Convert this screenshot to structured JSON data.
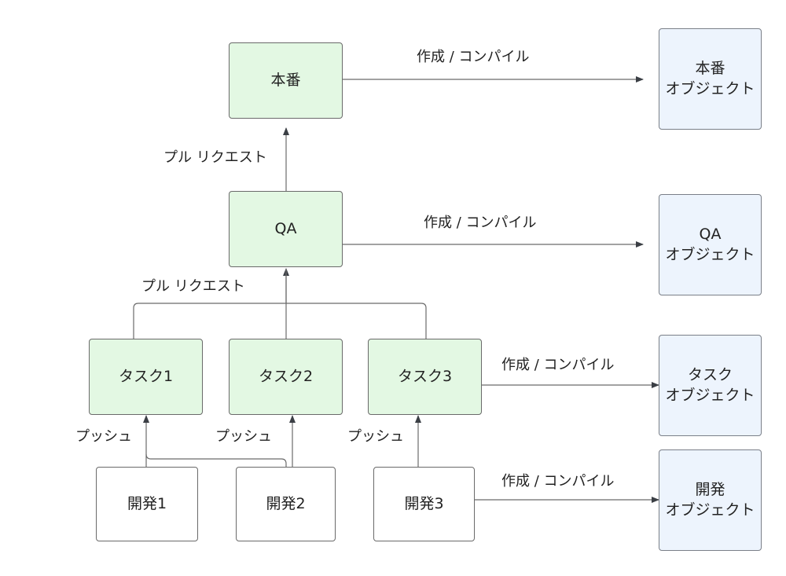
{
  "nodes": {
    "prod": "本番",
    "qa": "QA",
    "task1": "タスク1",
    "task2": "タスク2",
    "task3": "タスク3",
    "dev1": "開発1",
    "dev2": "開発2",
    "dev3": "開発3",
    "obj_prod": "本番\nオブジェクト",
    "obj_qa": "QA\nオブジェクト",
    "obj_task": "タスク\nオブジェクト",
    "obj_dev": "開発\nオブジェクト"
  },
  "edge_labels": {
    "build_prod": "作成 / コンパイル",
    "build_qa": "作成 / コンパイル",
    "build_task": "作成 / コンパイル",
    "build_dev": "作成 / コンパイル",
    "pr_qa_prod": "プル リクエスト",
    "pr_tasks_qa": "プル リクエスト",
    "push_1": "プッシュ",
    "push_2": "プッシュ",
    "push_3": "プッシュ"
  }
}
